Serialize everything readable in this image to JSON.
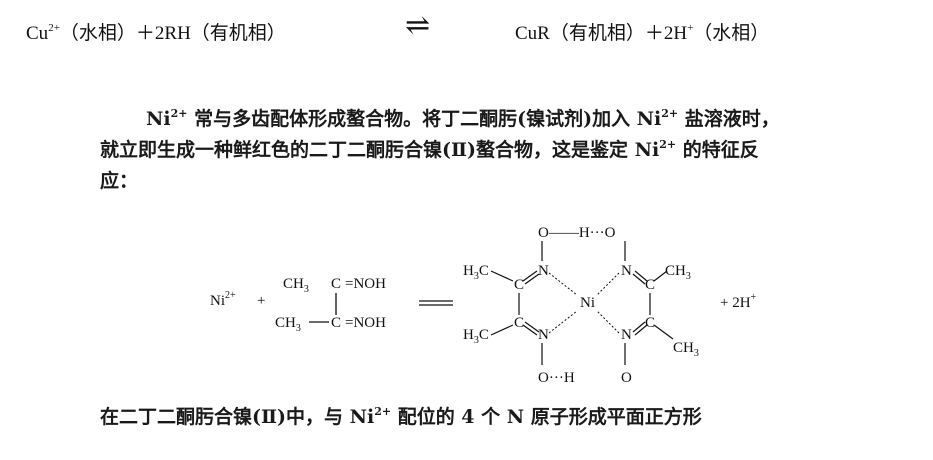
{
  "equation": {
    "left": {
      "ion": "Cu",
      "charge": "2+",
      "rest": "（水相）＋2RH（有机相）"
    },
    "arrow": "⇌",
    "right": {
      "species": "CuR（有机相）＋2H",
      "charge": "+",
      "rest": "（水相）"
    }
  },
  "paragraph": {
    "line1": {
      "a": "Ni",
      "sup1": "2+",
      "b": " 常与多齿配体形成螯合物。将丁二酮肟(镍试剂)加入 Ni",
      "sup2": "2+",
      "c": " 盐溶液时，"
    },
    "line2": {
      "a": "就立即生成一种鲜红色的二丁二酮肟合镍(Ⅱ)螯合物，这是鉴定 Ni",
      "sup1": "2+",
      "b": " 的特征反"
    },
    "line3": "应："
  },
  "reaction": {
    "reactant_ion": "Ni",
    "reactant_charge": "2+",
    "plus": "+",
    "ch3": "CH",
    "ch3_sub": "3",
    "c": "C",
    "noh": "=NOH",
    "eq_sign": "═══",
    "o": "O",
    "h": "H",
    "n": "N",
    "ni": "Ni",
    "h3c_h": "H",
    "h3c_sub": "3",
    "h3c_c": "C",
    "product_plus": "+ 2H",
    "product_charge": "+",
    "hbond_top": "O——H···O",
    "hbond_bottom": "O···H"
  },
  "bottom": {
    "a": "在二丁二酮肟合镍(Ⅱ)中，与 Ni",
    "sup": "2+",
    "b": " 配位的 4 个 N 原子形成平面正方形"
  }
}
